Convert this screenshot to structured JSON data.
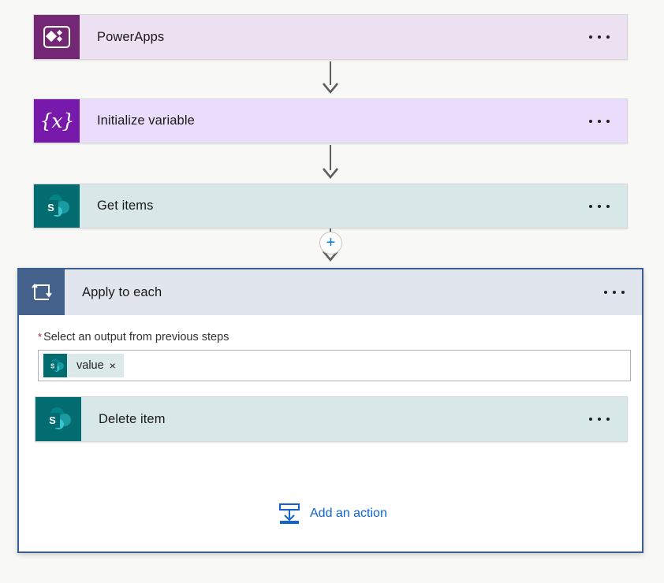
{
  "flow": {
    "steps": [
      {
        "id": "powerapps",
        "title": "PowerApps",
        "icon": "powerapps-icon",
        "menu": "more-commands",
        "accent": "#742774",
        "background": "#ece1f0"
      },
      {
        "id": "initialize-variable",
        "title": "Initialize variable",
        "icon": "variable-braces-icon",
        "menu": "more-commands",
        "accent": "#7719aa",
        "background": "#eadcfb"
      },
      {
        "id": "get-items",
        "title": "Get items",
        "icon": "sharepoint-icon",
        "menu": "more-commands",
        "accent": "#036c70",
        "background": "#d8e8e8"
      }
    ],
    "insert_button": {
      "label": "+",
      "name": "insert-new-step-button",
      "color": "#0078d4"
    },
    "loop": {
      "title": "Apply to each",
      "icon": "loop-icon",
      "menu": "more-commands",
      "accent": "#44618c",
      "header_background": "#e1e5ee",
      "border_color": "#3b5f8f",
      "field": {
        "required_marker": "*",
        "label": "Select an output from previous steps",
        "token": {
          "text": "value",
          "remove_label": "×",
          "icon": "sharepoint-icon"
        }
      },
      "inner_step": {
        "id": "delete-item",
        "title": "Delete item",
        "icon": "sharepoint-icon",
        "menu": "more-commands",
        "accent": "#036c70",
        "background": "#d8e8e8"
      },
      "add_action": {
        "label": "Add an action",
        "icon": "add-action-icon",
        "color": "#0f62d0"
      }
    },
    "sharepoint_letter": "S",
    "variable_glyph": "{x}"
  }
}
